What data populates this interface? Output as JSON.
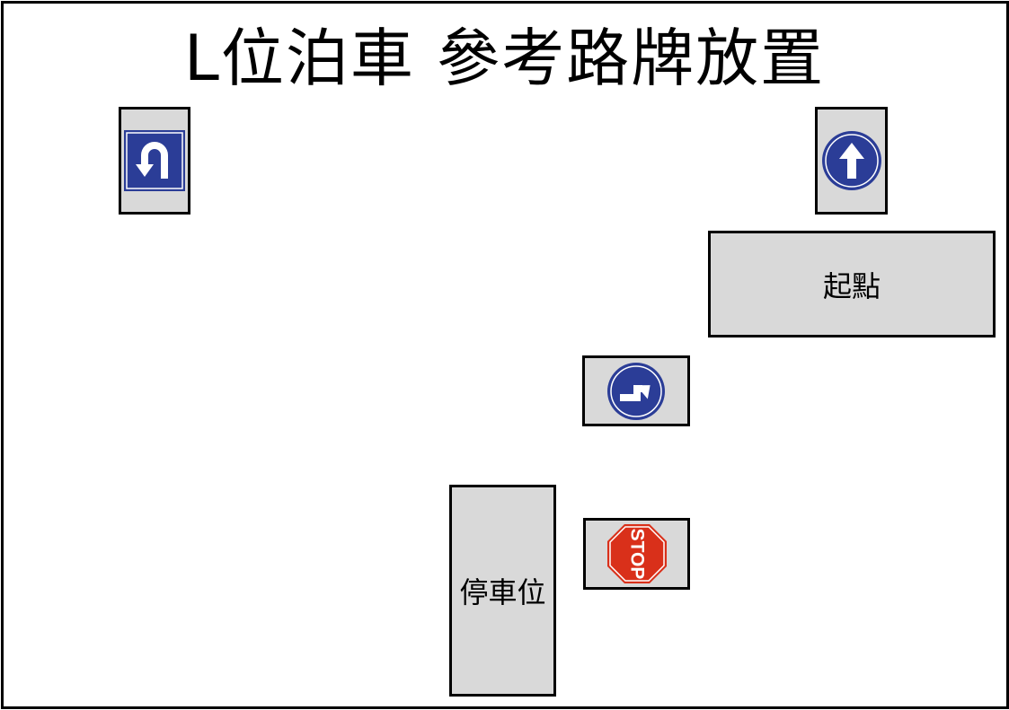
{
  "title": "L位泊車 參考路牌放置",
  "areas": {
    "start": "起點",
    "parking": "停車位"
  },
  "signs": [
    {
      "name": "u-turn-sign",
      "color": "#2b3d97"
    },
    {
      "name": "straight-ahead-sign",
      "color": "#2b3d97"
    },
    {
      "name": "turn-right-then-ahead-sign",
      "color": "#2b3d97"
    },
    {
      "name": "stop-sign",
      "color": "#d9301a",
      "text": "STOP"
    }
  ]
}
